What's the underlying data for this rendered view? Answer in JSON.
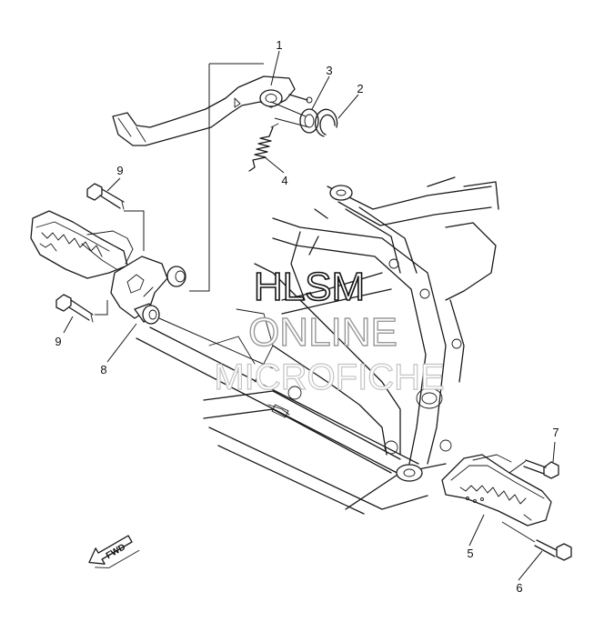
{
  "callouts": {
    "c1": "1",
    "c2": "2",
    "c3": "3",
    "c4": "4",
    "c5": "5",
    "c6": "6",
    "c7": "7",
    "c8": "8",
    "c9a": "9",
    "c9b": "9"
  },
  "fwd_label": "FWD",
  "watermark": {
    "line1": "HLSM",
    "line2": "ONLINE",
    "line3": "MICROFICHE"
  }
}
